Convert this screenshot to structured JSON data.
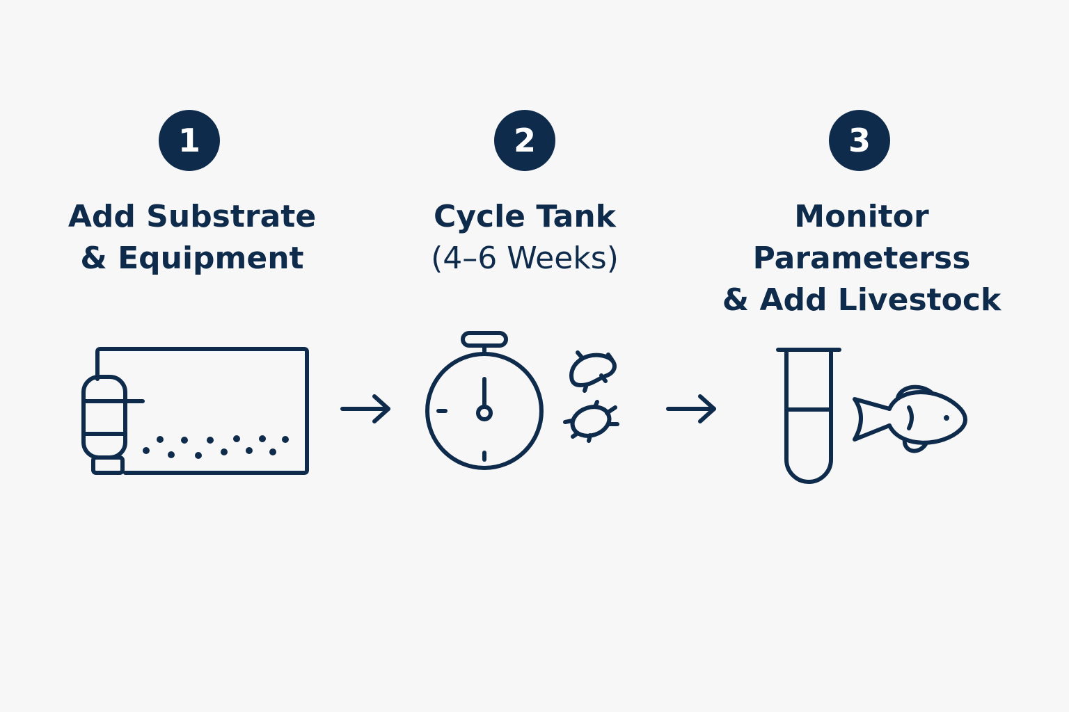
{
  "steps": [
    {
      "number": "1",
      "title_lines": [
        "Add Substrate",
        "& Equipment"
      ],
      "icons": [
        "aquarium-tank-icon",
        "canister-filter-icon",
        "gravel-substrate-icon"
      ]
    },
    {
      "number": "2",
      "title_lines": [
        "Cycle Tank",
        "(4–6 Weeks)"
      ],
      "icons": [
        "stopwatch-icon",
        "bacteria-icon"
      ]
    },
    {
      "number": "3",
      "title_lines": [
        "Monitor",
        "Parameterss",
        "& Add Livestock"
      ],
      "icons": [
        "test-tube-icon",
        "fish-icon"
      ]
    }
  ],
  "connectors": [
    "arrow-right-icon",
    "arrow-right-icon"
  ],
  "colors": {
    "background": "#f7f7f8",
    "primary": "#0f2b4c",
    "badge_text": "#ffffff"
  }
}
